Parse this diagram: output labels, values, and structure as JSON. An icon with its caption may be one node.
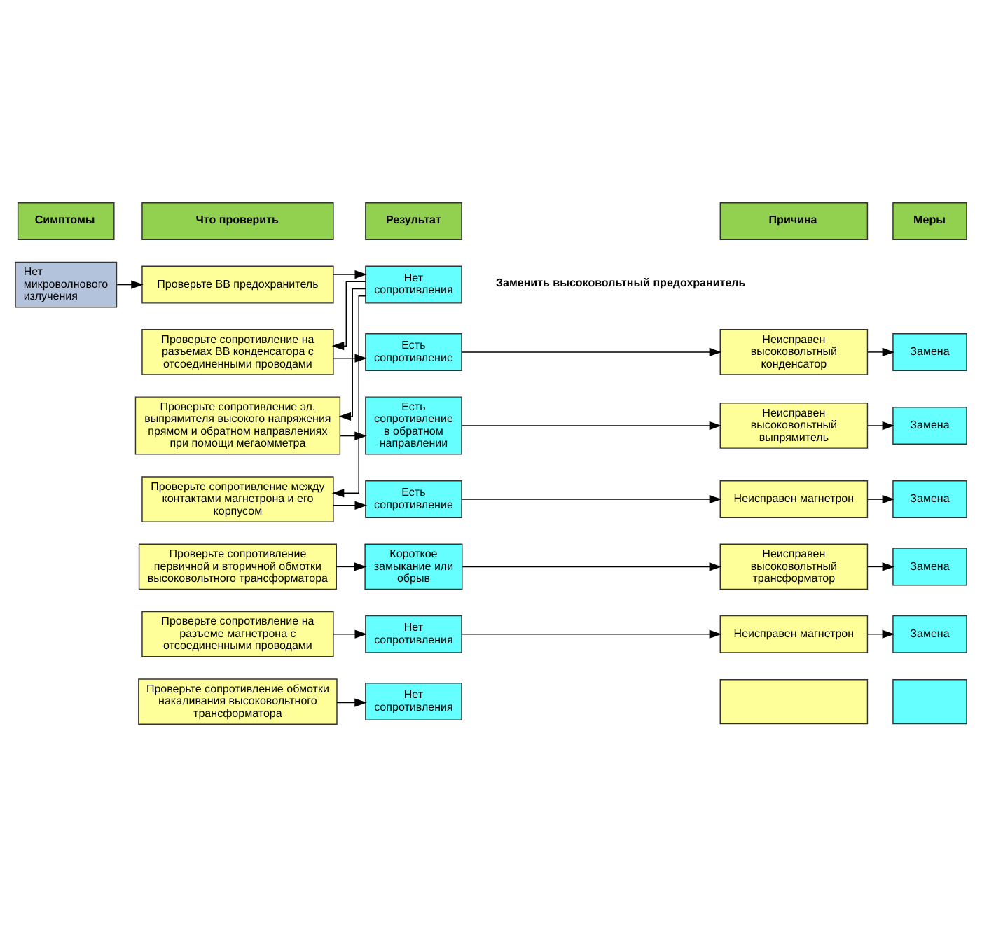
{
  "diagram": {
    "nodes": [
      {
        "text": [
          "Симптомы"
        ]
      },
      {
        "text": [
          "Что проверить"
        ]
      },
      {
        "text": [
          "Результат"
        ]
      },
      {
        "text": [
          "Причина"
        ]
      },
      {
        "text": [
          "Меры"
        ]
      },
      {
        "text": [
          "Нет микроволнового излучения"
        ]
      },
      {
        "text": [
          "Проверьте ВВ предохранитель"
        ]
      },
      {
        "text": [
          "Нет сопротивления"
        ]
      },
      {
        "text": [
          "Проверьте сопротивление на разъемах ВВ конденсатора с отсоединенными проводами"
        ]
      },
      {
        "text": [
          "Есть сопротивление"
        ]
      },
      {
        "text": [
          "Неисправен высоковольтный конденсатор"
        ]
      },
      {
        "text": [
          "Замена"
        ]
      },
      {
        "text": [
          "Проверьте сопротивление эл. выпрямителя высокого напряжения прямом и обратном направлениях при помощи мегаомметра"
        ]
      },
      {
        "text": [
          "Есть сопротивление в обратном направлении"
        ]
      },
      {
        "text": [
          "Неисправен высоковольтный выпрямитель"
        ]
      },
      {
        "text": [
          "Замена"
        ]
      },
      {
        "text": [
          "Проверьте сопротивление между контактами магнетрона и его корпусом"
        ]
      },
      {
        "text": [
          "Есть сопротивление"
        ]
      },
      {
        "text": [
          "Неисправен магнетрон"
        ]
      },
      {
        "text": [
          "Замена"
        ]
      },
      {
        "text": [
          "Проверьте сопротивление первичной и вторичной обмотки высоковольтного трансформатора"
        ]
      },
      {
        "text": [
          "Короткое замыкание или обрыв"
        ]
      },
      {
        "text": [
          "Неисправен высоковольтный трансформатор"
        ]
      },
      {
        "text": [
          "Замена"
        ]
      },
      {
        "text": [
          "Проверьте сопротивление на разъеме магнетрона с отсоединенными проводами"
        ]
      },
      {
        "text": [
          "Нет сопротивления"
        ]
      },
      {
        "text": [
          "Неисправен магнетрон"
        ]
      },
      {
        "text": [
          "Замена"
        ]
      },
      {
        "text": [
          "Проверьте сопротивление обмотки накаливания высоковольтного трансформатора"
        ]
      },
      {
        "text": [
          "Нет сопротивления"
        ]
      },
      {
        "text": [],
        "shape": "box"
      },
      {
        "text": [],
        "shape": "box"
      }
    ],
    "edges": [
      {
        "from": 5,
        "to": 6,
        "arrow": "to"
      },
      {
        "from": 6,
        "to": 7,
        "arrow": "to"
      },
      {
        "from": 7,
        "to": 8,
        "arrow": "to"
      },
      {
        "from": 7,
        "to": 12,
        "arrow": "to"
      },
      {
        "from": 7,
        "to": 16,
        "arrow": "to"
      },
      {
        "from": 8,
        "to": 9,
        "arrow": "to"
      },
      {
        "from": 9,
        "to": 10,
        "arrow": "to"
      },
      {
        "from": 10,
        "to": 11,
        "arrow": "to"
      },
      {
        "from": 12,
        "to": 13,
        "arrow": "to"
      },
      {
        "from": 13,
        "to": 14,
        "arrow": "to"
      },
      {
        "from": 14,
        "to": 15,
        "arrow": "to"
      },
      {
        "from": 16,
        "to": 17,
        "arrow": "to"
      },
      {
        "from": 17,
        "to": 18,
        "arrow": "to"
      },
      {
        "from": 18,
        "to": 19,
        "arrow": "to"
      },
      {
        "from": 20,
        "to": 21,
        "arrow": "to"
      },
      {
        "from": 21,
        "to": 22,
        "arrow": "to"
      },
      {
        "from": 22,
        "to": 23,
        "arrow": "to"
      },
      {
        "from": 24,
        "to": 25,
        "arrow": "to"
      },
      {
        "from": 25,
        "to": 26,
        "arrow": "to"
      },
      {
        "from": 26,
        "to": 27,
        "arrow": "to"
      },
      {
        "from": 28,
        "to": 29,
        "arrow": "to"
      }
    ],
    "labels": [
      "Заменить высоковольтный предохранитель"
    ]
  }
}
